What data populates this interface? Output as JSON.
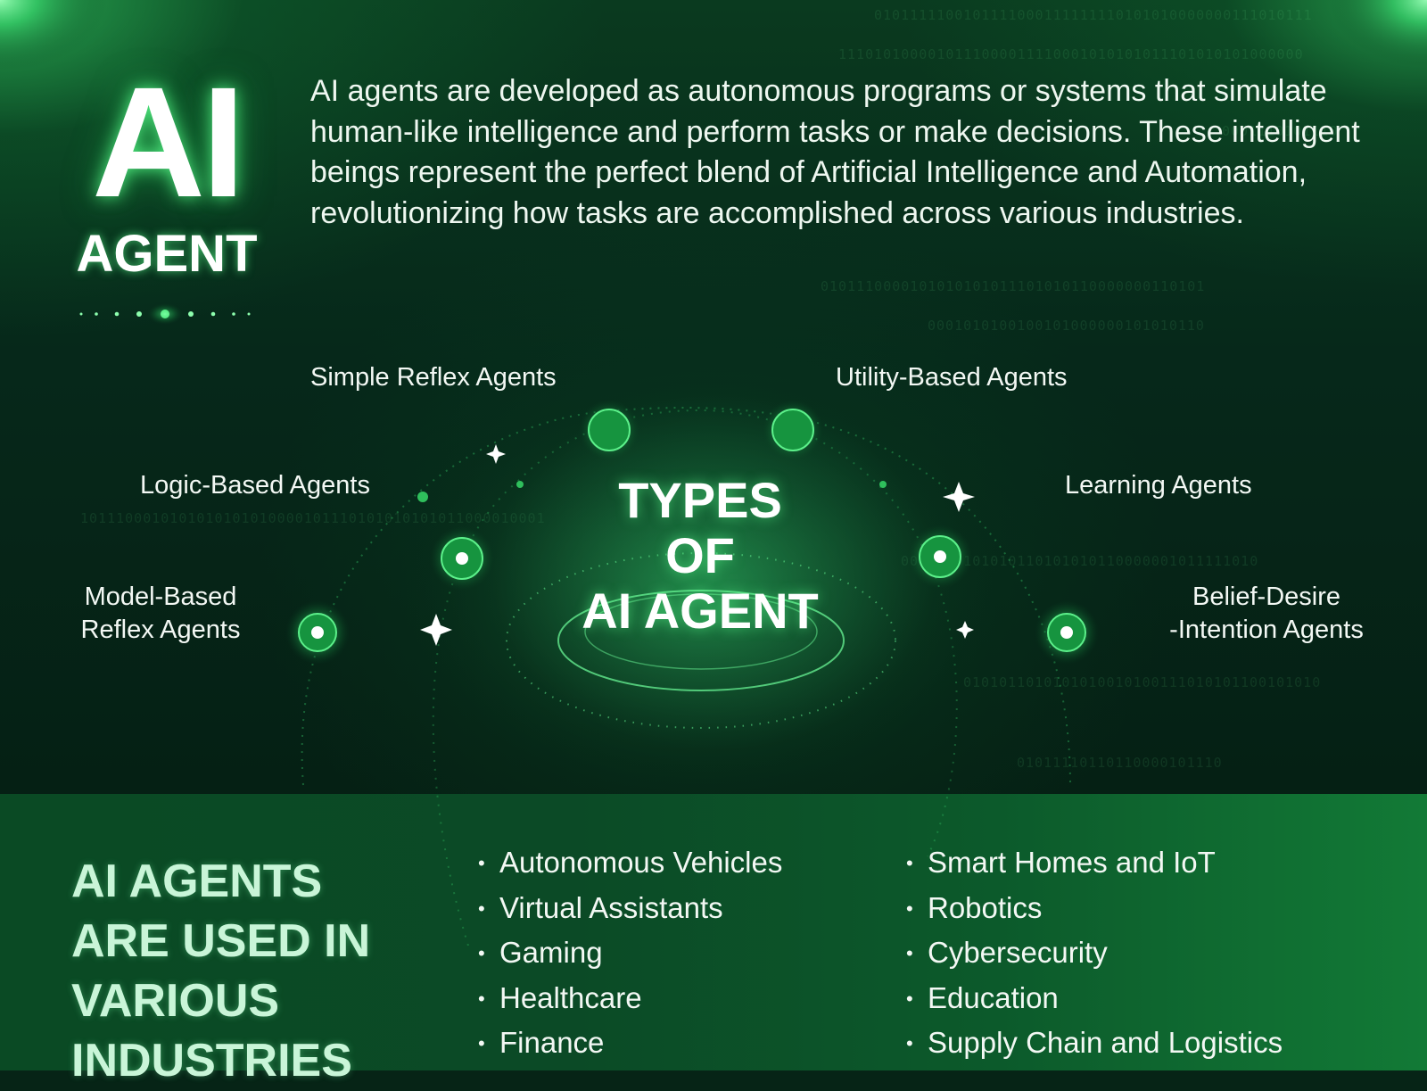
{
  "logo": {
    "line1": "AI",
    "line2": "AGENT"
  },
  "intro": "AI agents are developed as autonomous programs or systems that simulate human-like intelligence and perform tasks or make decisions.  These intelligent beings represent the perfect blend of Artificial Intelligence and Automation, revolutionizing how tasks are accomplished across various industries.",
  "types_section": {
    "title_lines": [
      "TYPES",
      "OF",
      "AI AGENT"
    ],
    "agent_types": {
      "simple_reflex": "Simple Reflex Agents",
      "utility_based": "Utility-Based Agents",
      "logic_based": "Logic-Based Agents",
      "learning": "Learning Agents",
      "model_based_line1": "Model-Based",
      "model_based_line2": "Reflex Agents",
      "bdi_line1": "Belief-Desire",
      "bdi_line2": "-Intention Agents"
    }
  },
  "industries_section": {
    "title_lines": [
      "AI AGENTS",
      "ARE USED IN",
      "VARIOUS",
      "INDUSTRIES"
    ],
    "column1": [
      "Autonomous Vehicles",
      "Virtual Assistants",
      "Gaming",
      "Healthcare",
      "Finance"
    ],
    "column2": [
      "Smart Homes and IoT",
      "Robotics",
      "Cybersecurity",
      "Education",
      "Supply Chain and Logistics"
    ]
  },
  "colors": {
    "accent_green": "#3dff7a",
    "node_green": "#1fae4a",
    "title_mint": "#c9f5d8"
  }
}
